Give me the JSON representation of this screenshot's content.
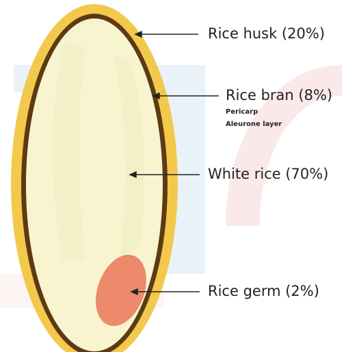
{
  "colors": {
    "husk": "#f2c94c",
    "bran": "#5c3a12",
    "endosperm": "#f8f4cf",
    "germ": "#ec8a6b",
    "arrow": "#222222",
    "watermark_blue": "#e8f1f7",
    "watermark_pink": "#fbeaea"
  },
  "labels": {
    "husk": "Rice husk (20%)",
    "bran": "Rice bran (8%)",
    "bran_sub1": "Pericarp",
    "bran_sub2": "Aleurone layer",
    "white_rice": "White rice (70%)",
    "germ": "Rice germ (2%)"
  }
}
